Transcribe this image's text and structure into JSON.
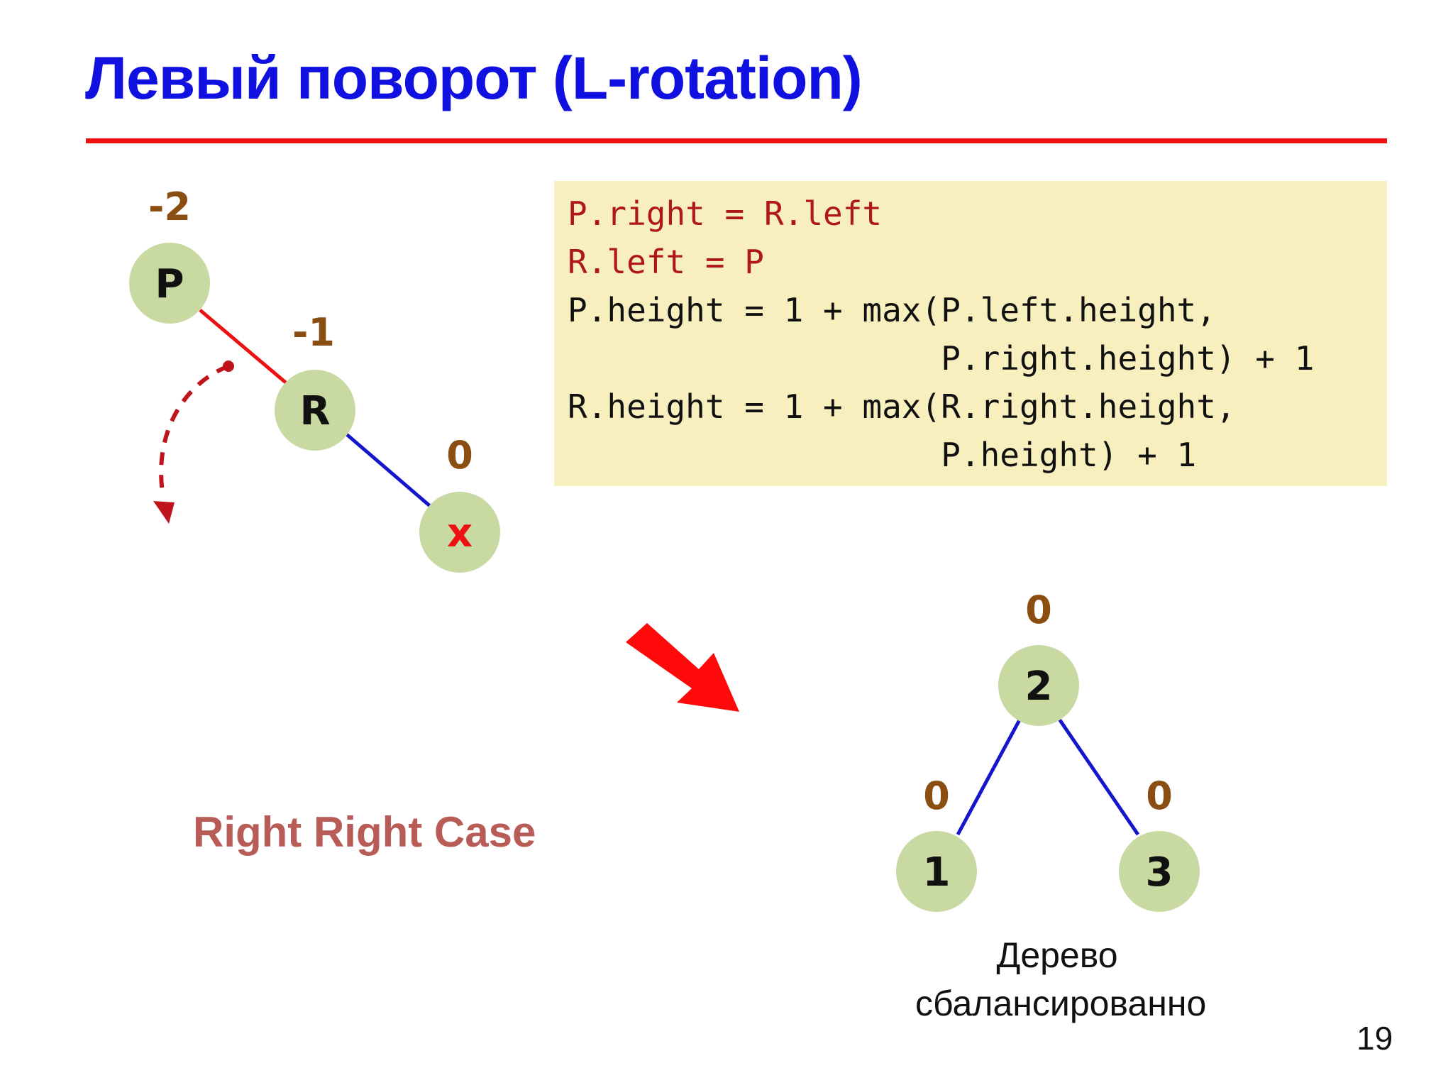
{
  "title": "Левый поворот (L-rotation)",
  "code": {
    "lines": [
      "P.right = R.left",
      "R.left = P",
      "P.height = 1 + max(P.left.height,",
      "                   P.right.height) + 1",
      "R.height = 1 + max(R.right.height,",
      "                   P.height) + 1"
    ]
  },
  "before_tree": {
    "nodes": [
      {
        "label": "P",
        "balance": "-2"
      },
      {
        "label": "R",
        "balance": "-1"
      },
      {
        "label": "x",
        "balance": "0"
      }
    ]
  },
  "after_tree": {
    "nodes": [
      {
        "label": "2",
        "balance": "0"
      },
      {
        "label": "1",
        "balance": "0"
      },
      {
        "label": "3",
        "balance": "0"
      }
    ]
  },
  "case_label": "Right Right Case",
  "caption": {
    "line1": "Дерево",
    "line2": "сбалансированно"
  },
  "page_number": "19",
  "colors": {
    "title": "#1010e0",
    "rule": "#ee1111",
    "node_fill": "#c9d9a2",
    "balance_text": "#8a4e12",
    "edge_red": "#ee1111",
    "edge_blue": "#1515cc",
    "code_bg": "#f8efbe",
    "code_red": "#b01818",
    "case_text": "#b85c58",
    "rotation_arrow": "#c0141c",
    "big_arrow": "#ff0a0a"
  }
}
